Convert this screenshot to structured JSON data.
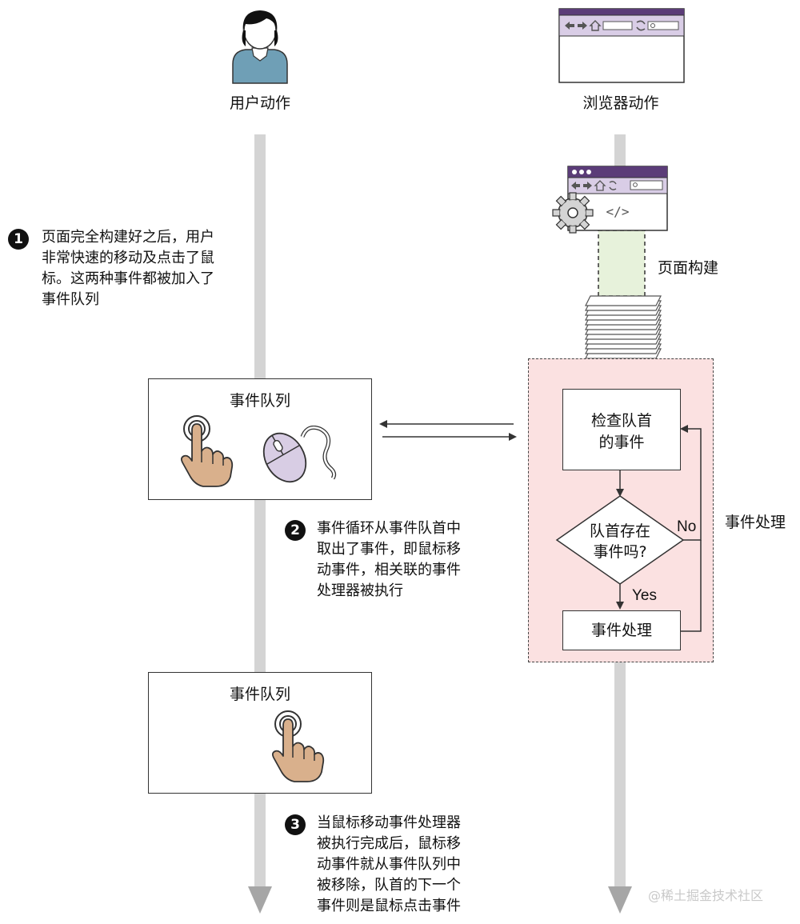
{
  "lanes": {
    "user_title": "用户动作",
    "browser_title": "浏览器动作"
  },
  "steps": [
    {
      "number": "1",
      "text_lines": [
        "页面完全构建好之后，用户",
        "非常快速的移动及点击了鼠",
        "标。这两种事件都被加入了",
        "事件队列"
      ]
    },
    {
      "number": "2",
      "text_lines": [
        "事件循环从事件队首中",
        "取出了事件，即鼠标移",
        "动事件，相关联的事件",
        "处理器被执行"
      ]
    },
    {
      "number": "3",
      "text_lines": [
        "当鼠标移动事件处理器",
        "被执行完成后，鼠标移",
        "动事件就从事件队列中",
        "被移除，队首的下一个",
        "事件则是鼠标点击事件"
      ]
    }
  ],
  "queues": [
    {
      "title": "事件队列",
      "icons": [
        "hand-pointer-icon",
        "mouse-icon"
      ]
    },
    {
      "title": "事件队列",
      "icons": [
        "hand-pointer-icon"
      ]
    }
  ],
  "browser": {
    "page_build_label": "页面构建",
    "event_handling_label": "事件处理",
    "code_glyph": "</>"
  },
  "flowchart": {
    "check_head_lines": [
      "检查队首",
      "的事件"
    ],
    "decision_lines": [
      "队首存在",
      "事件吗?"
    ],
    "no_label": "No",
    "yes_label": "Yes",
    "handle_label": "事件处理"
  },
  "watermark": "@稀土掘金技术社区",
  "colors": {
    "lane": "#d4d4d4",
    "lane_arrow": "#a6a6a6",
    "person_body": "#6f9fb6",
    "browser_chrome": "#5b3c78",
    "event_area_fill": "#fbe1e1",
    "hand_fill": "#d9b08c",
    "mouse_fill": "#d8cde4",
    "build_fill": "#e7f2db"
  }
}
